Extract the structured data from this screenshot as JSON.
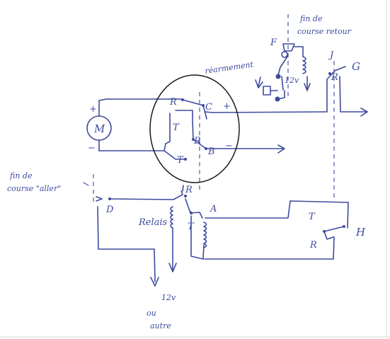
{
  "labels": {
    "motor": "M",
    "plus_motor": "+",
    "minus_motor": "−",
    "top_R": "R",
    "top_C": "C",
    "top_plus": "+",
    "mid_T": "T",
    "mid_R": "R",
    "mid_B": "B",
    "mid_minus": "−",
    "mid_T2": "T",
    "F": "F",
    "J": "J",
    "R_right": "R",
    "G": "G",
    "v12_top": "12v",
    "D": "D",
    "relay_R": "R",
    "relay_T": "T",
    "A": "A",
    "relais": "Relais",
    "H_T": "T",
    "H_R": "R",
    "H": "H",
    "power_12v": "12v",
    "power_ou": "ou",
    "power_autre": "autre"
  },
  "notes": {
    "fin_retour_1": "fin de",
    "fin_retour_2": "course retour",
    "reassurement": "réarmement",
    "fin_aller_1": "fin de",
    "fin_aller_2": "course \"aller\""
  }
}
